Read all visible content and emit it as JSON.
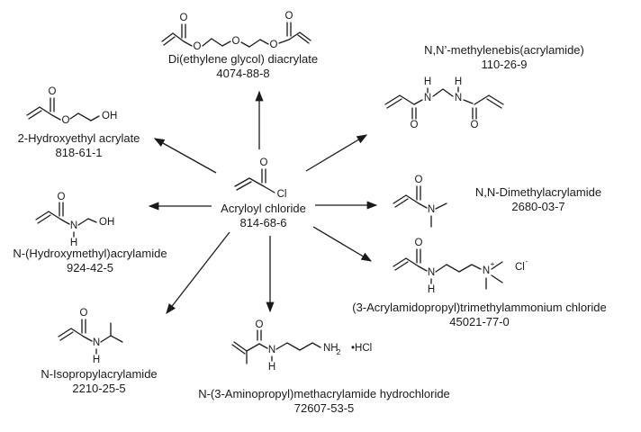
{
  "compounds": {
    "acryloyl": {
      "name": "Acryloyl chloride",
      "cas": "814-68-6"
    },
    "diacrylate": {
      "name": "Di(ethylene glycol) diacrylate",
      "cas": "4074-88-8"
    },
    "methylenebis": {
      "name": "N,N’-methylenebis(acrylamide)",
      "cas": "110-26-9"
    },
    "hydroxyethyl": {
      "name": "2-Hydroxyethyl acrylate",
      "cas": "818-61-1"
    },
    "dimethyl": {
      "name": "N,N-Dimethylacrylamide",
      "cas": "2680-03-7"
    },
    "hydroxymethyl": {
      "name": "N-(Hydroxymethyl)acrylamide",
      "cas": "924-42-5"
    },
    "aptac": {
      "name": "(3-Acrylamidopropyl)trimethylammonium chloride",
      "cas": "45021-77-0"
    },
    "nipam": {
      "name": "N-Isopropylacrylamide",
      "cas": "2210-25-5"
    },
    "apma": {
      "name": "N-(3-Aminopropyl)methacrylamide hydrochloride",
      "cas": "72607-53-5"
    }
  },
  "atoms": {
    "O": "O",
    "N": "N",
    "H": "H",
    "OH": "OH",
    "Cl": "Cl",
    "NH": "NH",
    "sub2": "2",
    "plus": "+",
    "minus": "-",
    "hcl": "•HCl"
  },
  "colors": {
    "ink": "#1a1a1a",
    "background": "#ffffff"
  }
}
